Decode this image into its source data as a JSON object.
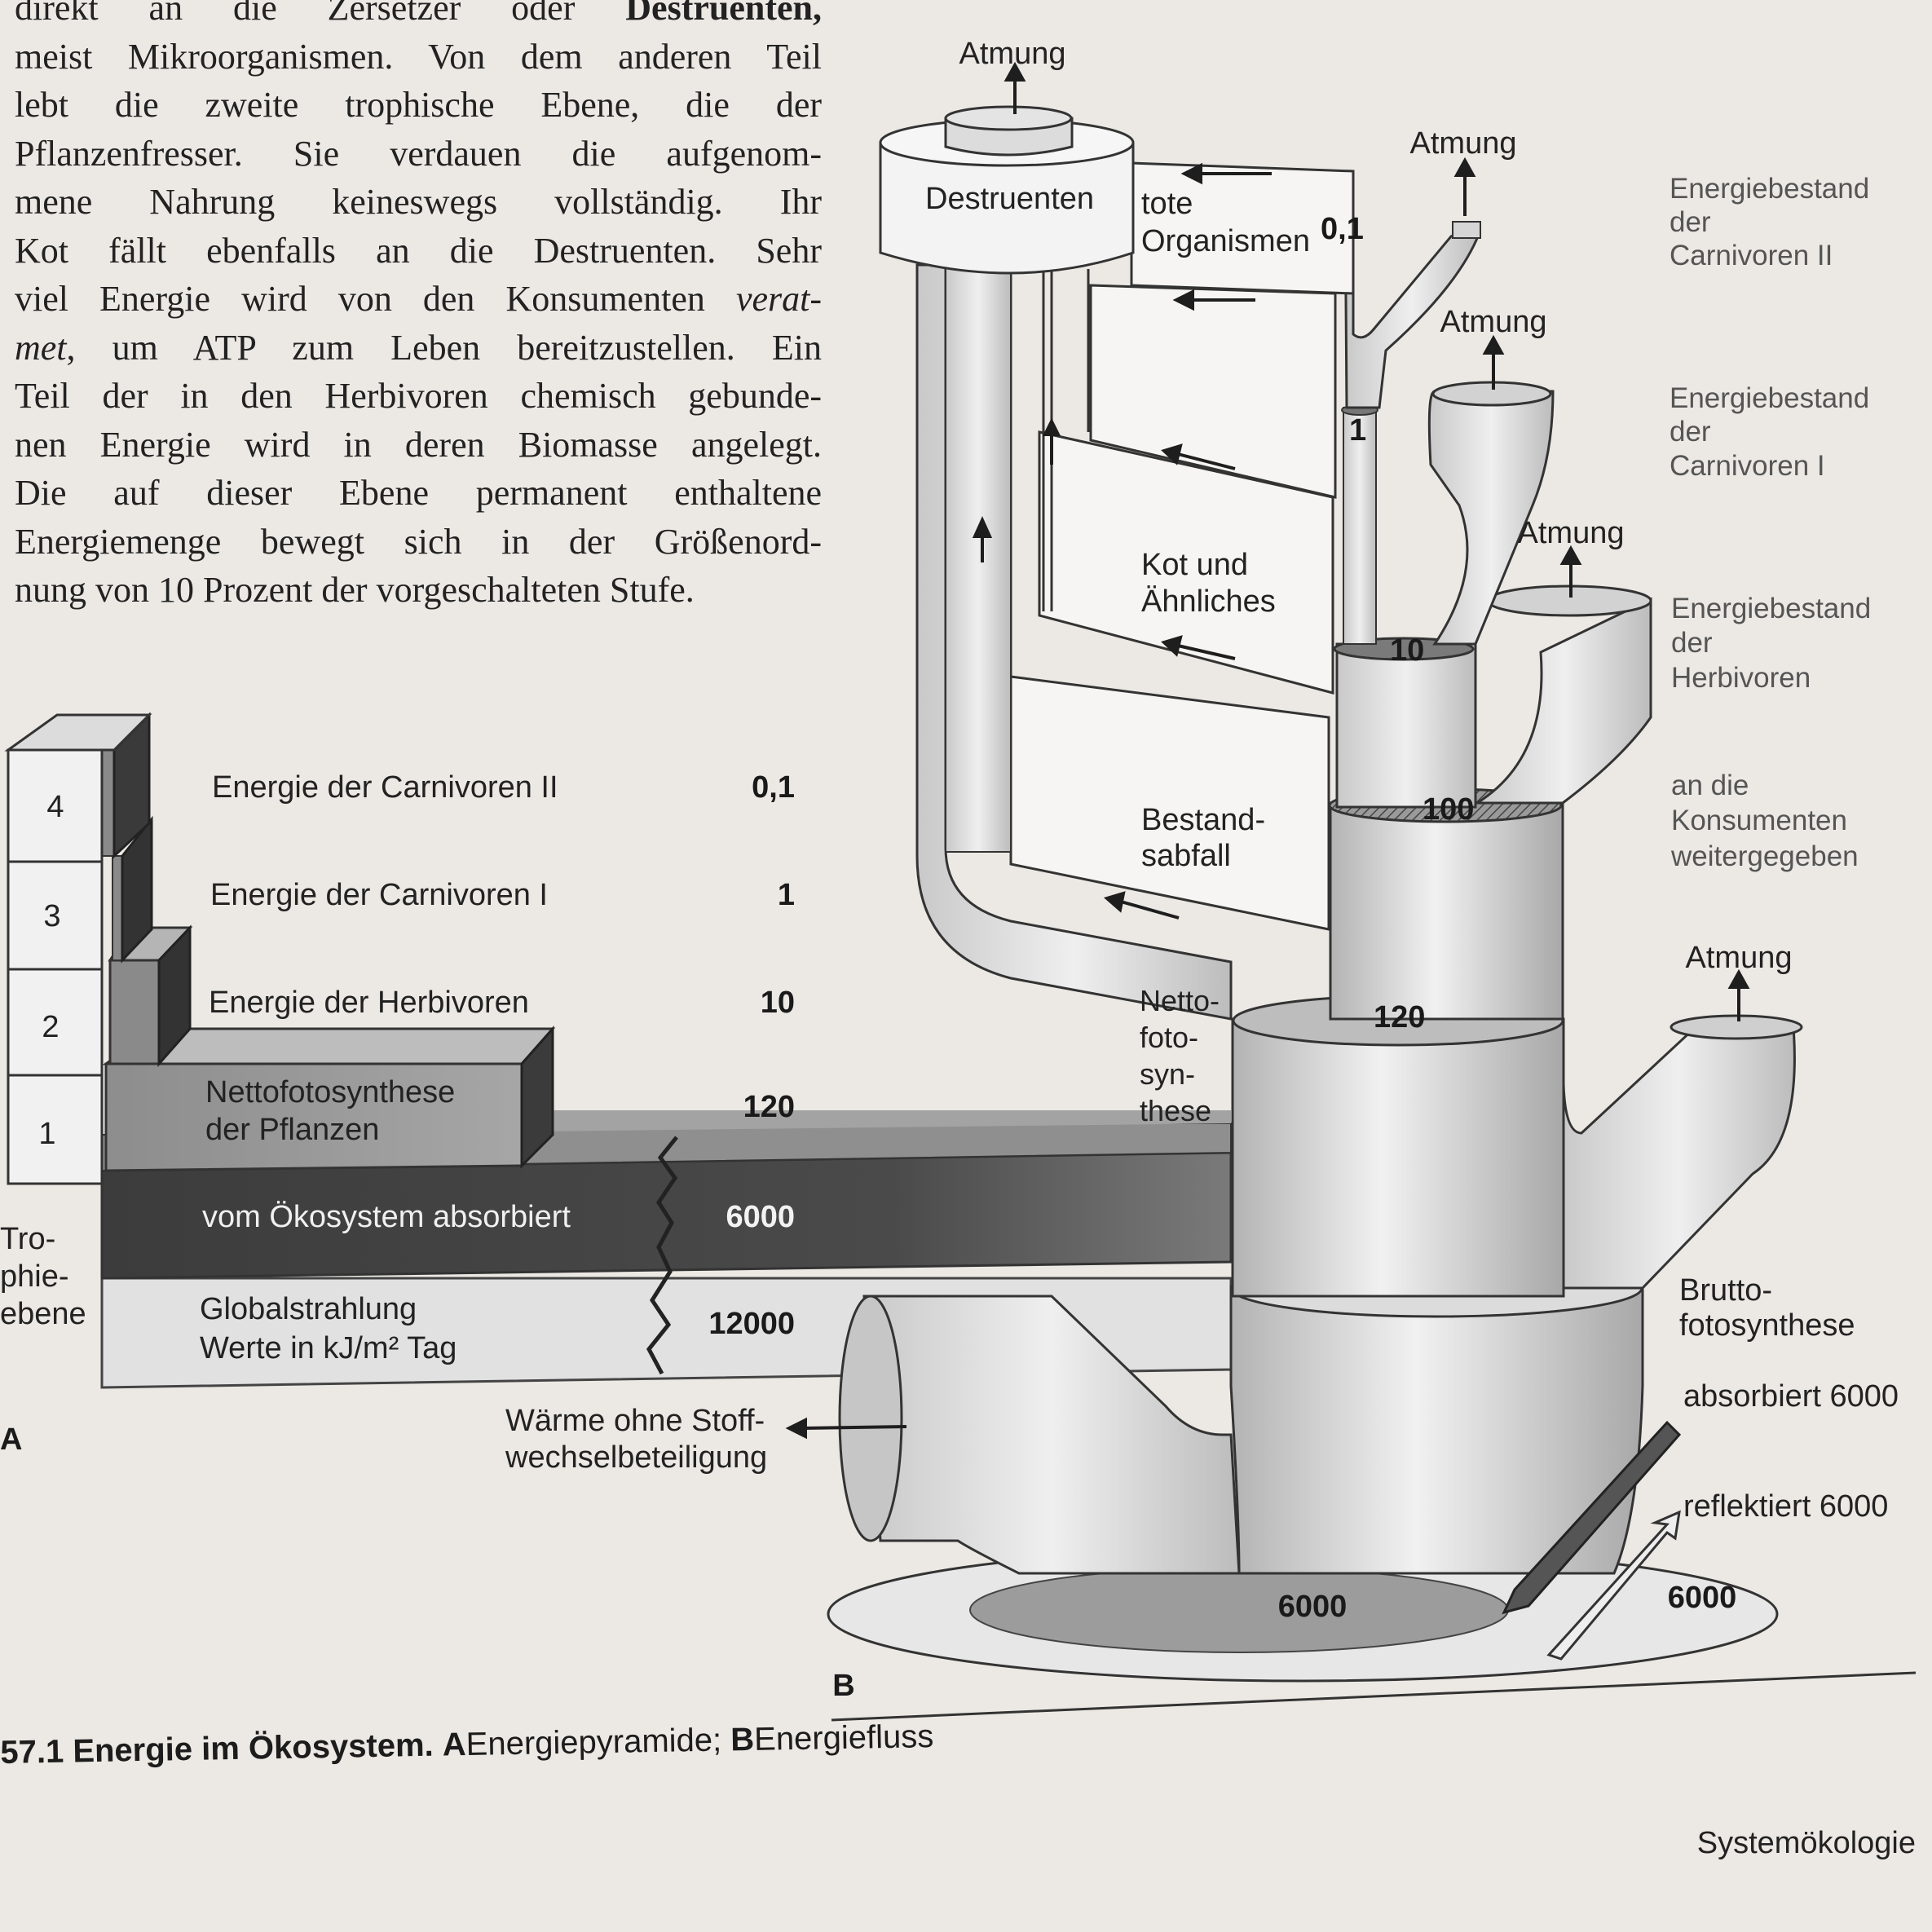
{
  "paragraph": {
    "lines": [
      "direkt an die Zersetzer oder",
      "meist Mikroorganismen. Von dem anderen Teil",
      "lebt die zweite trophische Ebene, die der",
      "Pflanzenfresser. Sie verdauen die aufgenom-",
      "mene Nahrung keineswegs vollständig. Ihr",
      "Kot fällt ebenfalls an die Destruenten. Sehr",
      "viel Energie wird von den Konsumenten",
      "",
      "Teil der in den Herbivoren chemisch gebunde-",
      "nen Energie wird in deren Biomasse angelegt.",
      "Die auf dieser Ebene permanent enthaltene",
      "Energiemenge bewegt sich in der Größenord-",
      "nung von 10 Prozent der vorgeschalteten Stufe."
    ],
    "bold_term": "Destruenten,",
    "italic_start": "verat-",
    "italic_end": "met",
    "line8_rest": ", um ATP zum Leben bereitzustellen. Ein"
  },
  "pyramid": {
    "levels": [
      {
        "number": "4",
        "label": "Energie der Carnivoren II",
        "value": "0,1"
      },
      {
        "number": "3",
        "label": "Energie der Carnivoren I",
        "value": "1"
      },
      {
        "number": "2",
        "label": "Energie der Herbivoren",
        "value": "10"
      }
    ],
    "level1_number": "1",
    "netto_label_1": "Nettofotosynthese",
    "netto_label_2": "der Pflanzen",
    "netto_value": "120",
    "absorbed_label": "vom Ökosystem absorbiert",
    "absorbed_value": "6000",
    "global_label_1": "Globalstrahlung",
    "global_label_2": "Werte in kJ/m² Tag",
    "global_value": "12000",
    "axis_label_1": "Tro-",
    "axis_label_2": "phie-",
    "axis_label_3": "ebene",
    "panel_letter": "A"
  },
  "flow": {
    "atmung": "Atmung",
    "destruenten": "Destruenten",
    "tote_1": "tote",
    "tote_2": "Organismen",
    "val_01": "0,1",
    "val_1": "1",
    "val_10": "10",
    "val_100": "100",
    "val_120": "120",
    "val_6000_a": "6000",
    "val_6000_b": "6000",
    "kot_1": "Kot und",
    "kot_2": "Ähnliches",
    "bestand_1": "Bestand-",
    "bestand_2": "sabfall",
    "netto_1": "Netto-",
    "netto_2": "foto-",
    "netto_3": "syn-",
    "netto_4": "these",
    "carn2_1": "Energiebestand",
    "carn2_2": "der",
    "carn2_3": "Carnivoren II",
    "carn1_1": "Energiebestand",
    "carn1_2": "der",
    "carn1_3": "Carnivoren I",
    "herb_1": "Energiebestand",
    "herb_2": "der",
    "herb_3": "Herbivoren",
    "kons_1": "an die",
    "kons_2": "Konsumenten",
    "kons_3": "weitergegeben",
    "brutto_1": "Brutto-",
    "brutto_2": "fotosynthese",
    "absorbiert": "absorbiert 6000",
    "reflektiert": "reflektiert 6000",
    "waerme_1": "Wärme ohne Stoff-",
    "waerme_2": "wechselbeteiligung",
    "panel_letter": "B"
  },
  "caption": {
    "number": "57.1",
    "title": "Energie im Ökosystem.",
    "a": "A",
    "a_text": "Energiepyramide;",
    "b": "B",
    "b_text": "Energiefluss"
  },
  "footer": "Systemökologie"
}
